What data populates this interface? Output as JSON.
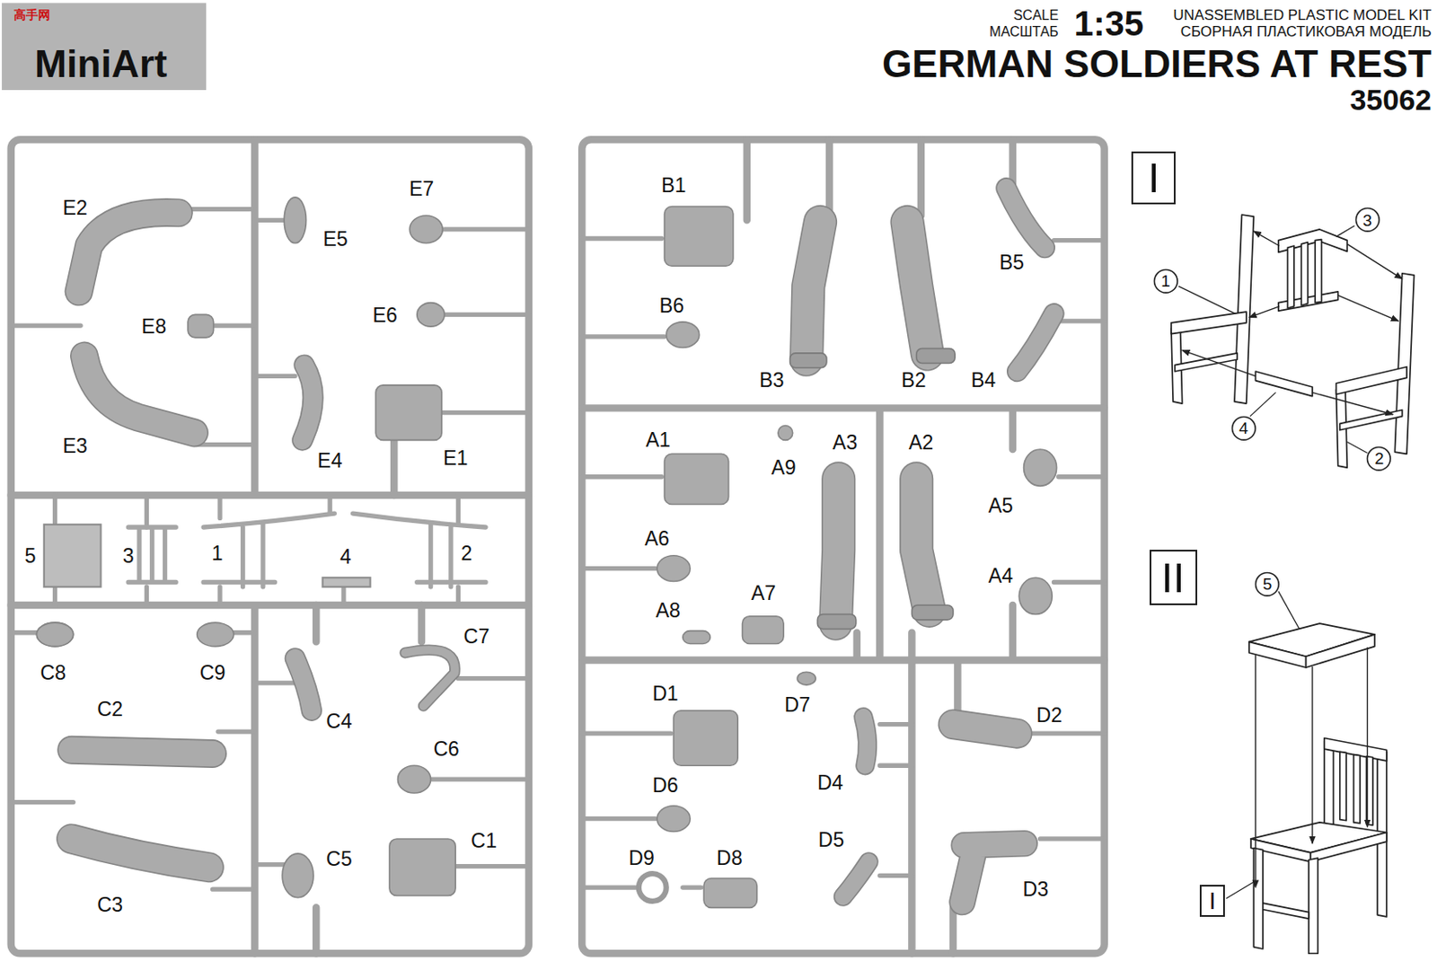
{
  "diagram": {
    "title": "GERMAN SOLDIERS AT REST",
    "nodes": [
      {
        "text": [
          "I"
        ]
      },
      {
        "text": [
          "3"
        ]
      },
      {
        "text": [
          "1"
        ]
      },
      {
        "text": [
          "4"
        ]
      },
      {
        "text": [
          "2"
        ]
      },
      {
        "text": [
          "II"
        ]
      },
      {
        "text": [
          "5"
        ]
      },
      {
        "text": [
          "I"
        ]
      }
    ],
    "labels": [
      "高手网",
      "MiniArt",
      "SCALE",
      "МАСШТАБ",
      "1:35",
      "UNASSEMBLED PLASTIC MODEL KIT",
      "СБОРНАЯ ПЛАСТИКОВАЯ МОДЕЛЬ",
      "35062",
      "E2",
      "E5",
      "E7",
      "E8",
      "E6",
      "E3",
      "E4",
      "E1",
      "5",
      "3",
      "1",
      "4",
      "2",
      "C8",
      "C9",
      "C7",
      "C2",
      "C4",
      "C6",
      "C3",
      "C5",
      "C1",
      "B1",
      "B6",
      "B3",
      "B2",
      "B5",
      "B4",
      "A1",
      "A9",
      "A3",
      "A2",
      "A5",
      "A6",
      "A4",
      "A8",
      "A7",
      "D1",
      "D7",
      "D2",
      "D6",
      "D4",
      "D5",
      "D9",
      "D8",
      "D3"
    ]
  }
}
